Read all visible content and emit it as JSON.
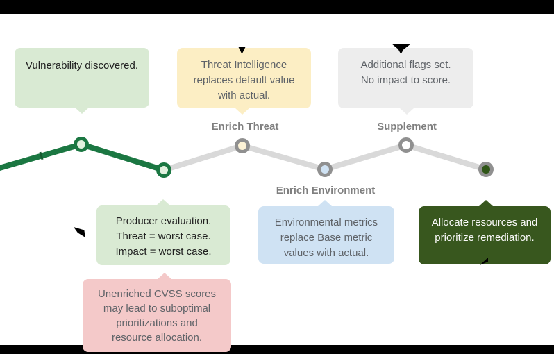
{
  "diagram": {
    "background": "#ffffff",
    "top_bar_color": "#000000",
    "bottom_bar_color": "#000000",
    "artifact_color": "#000000"
  },
  "timeline": {
    "producer_line_color": "#1b7742",
    "consumer_line_color": "#d9d9d9",
    "consumer_ring_color": "#909090",
    "tick_color": "#14592e",
    "label_color": "#7f7f7f",
    "labels": {
      "enrich_threat": "Enrich Threat",
      "enrich_environment": "Enrich Environment",
      "supplement": "Supplement"
    },
    "nodes": {
      "discovered": {
        "fill": "#e2f1df"
      },
      "producer_evaluation": {
        "fill": "#e2f1df"
      },
      "enrich_threat": {
        "fill": "#fdf3d6"
      },
      "enrich_environment": {
        "fill": "#cfe2f3"
      },
      "supplement": {
        "fill": "#ffffff"
      },
      "consumer_end": {
        "fill": "#2f5617"
      }
    }
  },
  "callouts": {
    "vulnerability": {
      "text": "Vulnerability discovered.",
      "bg": "#d9ead3",
      "fg": "#212121"
    },
    "threat_intelligence": {
      "text": "Threat Intelligence\nreplaces default value\nwith actual.",
      "bg": "#fceec4",
      "fg": "#5f6368"
    },
    "additional_flags": {
      "text": "Additional flags set.\nNo impact to score.",
      "bg": "#ededed",
      "fg": "#5f6368"
    },
    "producer_evaluation": {
      "text": "Producer evaluation.\nThreat = worst case.\nImpact = worst case.",
      "bg": "#d9ead3",
      "fg": "#212121"
    },
    "environmental_metrics": {
      "text": "Environmental metrics\nreplace Base metric\nvalues with actual.",
      "bg": "#cfe2f3",
      "fg": "#5f6368"
    },
    "allocate_resources": {
      "text": "Allocate resources and\nprioritize remediation.",
      "bg": "#38571e",
      "fg": "#fafafa"
    },
    "unenriched_warning": {
      "text": "Unenriched CVSS scores\nmay lead to suboptimal\nprioritizations and\nresource allocation.",
      "bg": "#f4c9c9",
      "fg": "#5f6368"
    }
  }
}
